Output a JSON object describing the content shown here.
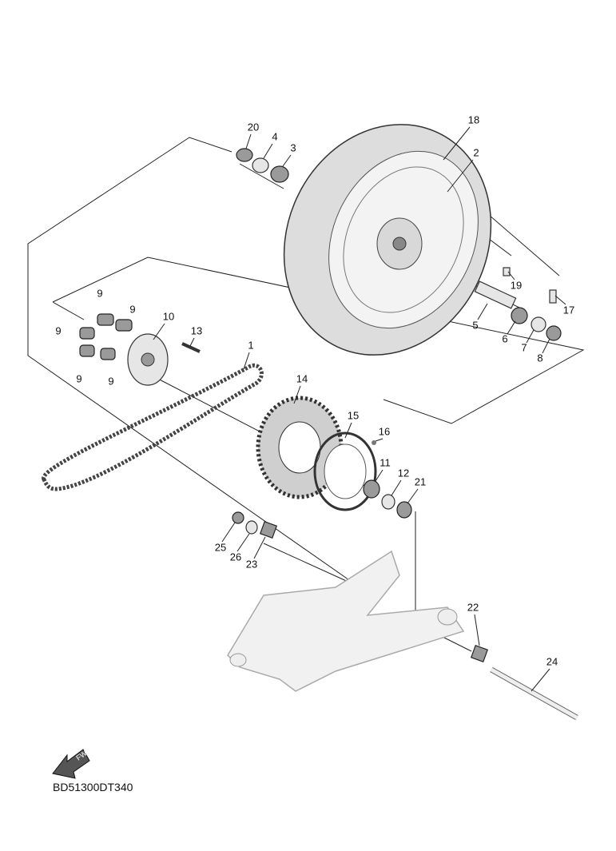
{
  "diagram_code": "BD51300DT340",
  "fwd_icon": {
    "name": "fwd-arrow-icon",
    "text": "FWD"
  },
  "callouts": [
    {
      "id": "20",
      "text": "20"
    },
    {
      "id": "4",
      "text": "4"
    },
    {
      "id": "3",
      "text": "3"
    },
    {
      "id": "18",
      "text": "18"
    },
    {
      "id": "2",
      "text": "2"
    },
    {
      "id": "19",
      "text": "19"
    },
    {
      "id": "17",
      "text": "17"
    },
    {
      "id": "5",
      "text": "5"
    },
    {
      "id": "6",
      "text": "6"
    },
    {
      "id": "7",
      "text": "7"
    },
    {
      "id": "8",
      "text": "8"
    },
    {
      "id": "9a",
      "text": "9"
    },
    {
      "id": "9b",
      "text": "9"
    },
    {
      "id": "9c",
      "text": "9"
    },
    {
      "id": "9d",
      "text": "9"
    },
    {
      "id": "9e",
      "text": "9"
    },
    {
      "id": "10",
      "text": "10"
    },
    {
      "id": "13",
      "text": "13"
    },
    {
      "id": "1",
      "text": "1"
    },
    {
      "id": "14",
      "text": "14"
    },
    {
      "id": "15",
      "text": "15"
    },
    {
      "id": "16",
      "text": "16"
    },
    {
      "id": "11",
      "text": "11"
    },
    {
      "id": "12",
      "text": "12"
    },
    {
      "id": "21",
      "text": "21"
    },
    {
      "id": "25",
      "text": "25"
    },
    {
      "id": "26",
      "text": "26"
    },
    {
      "id": "23",
      "text": "23"
    },
    {
      "id": "22",
      "text": "22"
    },
    {
      "id": "24",
      "text": "24"
    }
  ]
}
